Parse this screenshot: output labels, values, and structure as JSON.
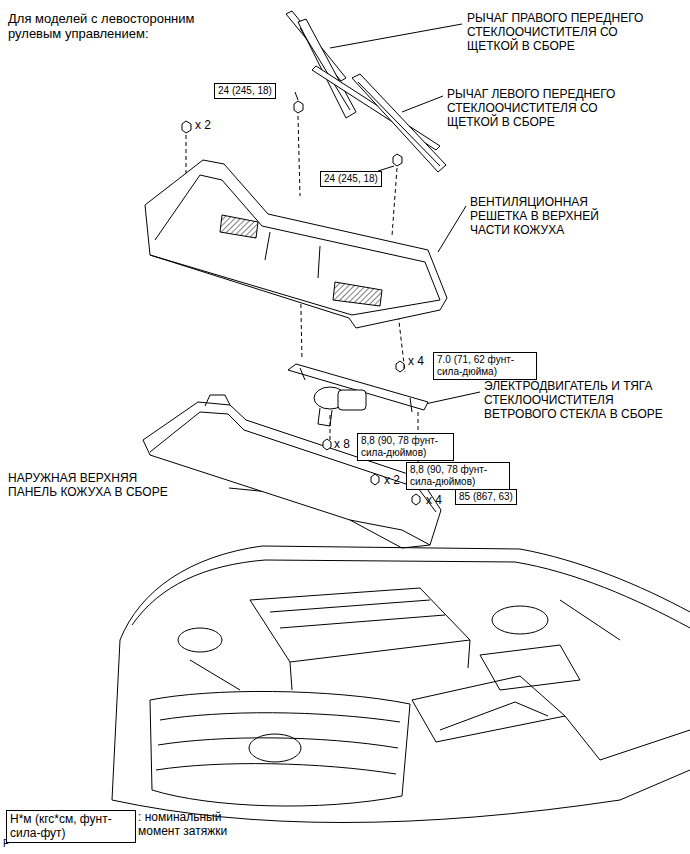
{
  "diagram": {
    "title": "Для моделей с левосторонним рулевым управлением:",
    "nodes": [
      {
        "text": [
          "24 (245, 18)"
        ]
      },
      {
        "text": [
          "24 (245, 18)"
        ]
      },
      {
        "text": [
          "7.0 (71, 62 фунт-сила-дюйма)"
        ]
      },
      {
        "text": [
          "8,8 (90, 78 фунт-сила-дюймов)"
        ]
      },
      {
        "text": [
          "8,8 (90, 78 фунт-сила-дюймов)"
        ]
      },
      {
        "text": [
          "85 (867, 63)"
        ]
      },
      {
        "text": [
          "Н*м (кгс*см, фунт-сила-фут)"
        ]
      }
    ],
    "labels": [
      "РЫЧАГ ПРАВОГО ПЕРЕДНЕГО СТЕКЛООЧИСТИТЕЛЯ СО ЩЕТКОЙ В СБОРЕ",
      "x 2",
      "РЫЧАГ ЛЕВОГО ПЕРЕДНЕГО СТЕКЛООЧИСТИТЕЛЯ СО ЩЕТКОЙ В СБОРЕ",
      "ВЕНТИЛЯЦИОННАЯ РЕШЕТКА В ВЕРХНЕЙ ЧАСТИ КОЖУХА",
      "x 4",
      "ЭЛЕКТРОДВИГАТЕЛЬ И ТЯГА СТЕКЛООЧИСТИТЕЛЯ ВЕТРОВОГО СТЕКЛА В СБОРЕ",
      "x 8",
      "НАРУЖНАЯ ВЕРХНЯЯ ПАНЕЛЬ КОЖУХА В СБОРЕ",
      "x 2",
      "x 4",
      "P",
      ": номинальный момент затяжки"
    ]
  }
}
